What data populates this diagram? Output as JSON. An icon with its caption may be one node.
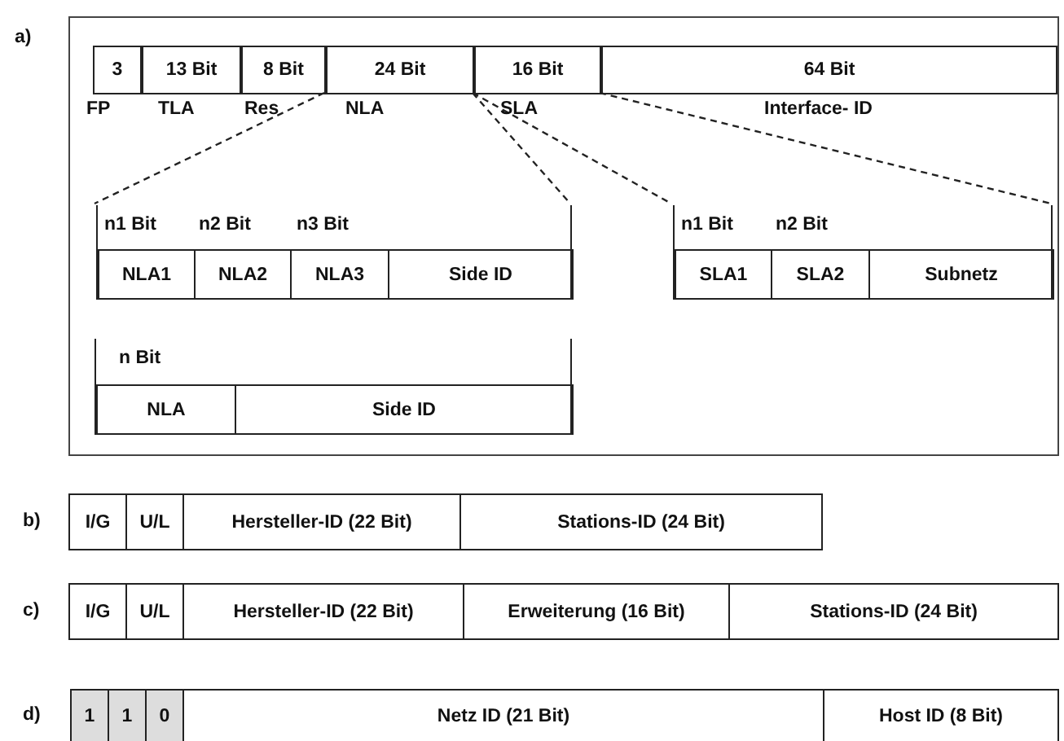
{
  "diagram": {
    "nodes": [
      {
        "text": [
          "a)"
        ]
      },
      {
        "text": [
          "3"
        ],
        "in": 0,
        "beside": [
          "FP"
        ]
      },
      {
        "text": [
          "13 Bit"
        ],
        "in": 0,
        "beside": [
          "TLA"
        ]
      },
      {
        "text": [
          "8 Bit"
        ],
        "in": 0,
        "beside": [
          "Res"
        ]
      },
      {
        "text": [
          "24 Bit"
        ],
        "in": 0,
        "beside": [
          "NLA"
        ]
      },
      {
        "text": [
          "16 Bit"
        ],
        "in": 0,
        "beside": [
          "SLA"
        ]
      },
      {
        "text": [
          "64 Bit"
        ],
        "in": 0,
        "beside": [
          "Interface- ID"
        ]
      },
      {
        "text": [
          "n1 Bit",
          "n2 Bit",
          "n3 Bit"
        ],
        "in": 0
      },
      {
        "text": [
          "NLA1"
        ],
        "in": 7
      },
      {
        "text": [
          "NLA2"
        ],
        "in": 7
      },
      {
        "text": [
          "NLA3"
        ],
        "in": 7
      },
      {
        "text": [
          "Side ID"
        ],
        "in": 7
      },
      {
        "text": [
          "n1 Bit",
          "n2 Bit"
        ],
        "in": 0
      },
      {
        "text": [
          "SLA1"
        ],
        "in": 12
      },
      {
        "text": [
          "SLA2"
        ],
        "in": 12
      },
      {
        "text": [
          "Subnetz"
        ],
        "in": 12
      },
      {
        "text": [
          "n Bit"
        ],
        "in": 0
      },
      {
        "text": [
          "NLA"
        ],
        "in": 16
      },
      {
        "text": [
          "Side ID"
        ],
        "in": 16
      },
      {
        "text": [
          "I/G"
        ]
      },
      {
        "text": [
          "U/L"
        ]
      },
      {
        "text": [
          "Hersteller-ID (22 Bit)"
        ]
      },
      {
        "text": [
          "Stations-ID (24 Bit)"
        ]
      },
      {
        "text": [
          "I/G"
        ]
      },
      {
        "text": [
          "U/L"
        ]
      },
      {
        "text": [
          "Hersteller-ID (22 Bit)"
        ]
      },
      {
        "text": [
          "Erweiterung (16 Bit)"
        ]
      },
      {
        "text": [
          "Stations-ID (24 Bit)"
        ]
      },
      {
        "text": [
          "1"
        ]
      },
      {
        "text": [
          "1"
        ]
      },
      {
        "text": [
          "0"
        ]
      },
      {
        "text": [
          "Netz ID (21 Bit)"
        ]
      },
      {
        "text": [
          "Host ID (8 Bit)"
        ]
      }
    ],
    "edges": [
      {
        "from": 4,
        "to": 7,
        "arrow": "none",
        "style": "dashed"
      },
      {
        "from": 4,
        "to": 7,
        "arrow": "none",
        "style": "dashed"
      },
      {
        "from": 5,
        "to": 12,
        "arrow": "none",
        "style": "dashed"
      },
      {
        "from": 5,
        "to": 12,
        "arrow": "none",
        "style": "dashed"
      }
    ],
    "labels": [
      "b)",
      "c)",
      "d)"
    ]
  }
}
